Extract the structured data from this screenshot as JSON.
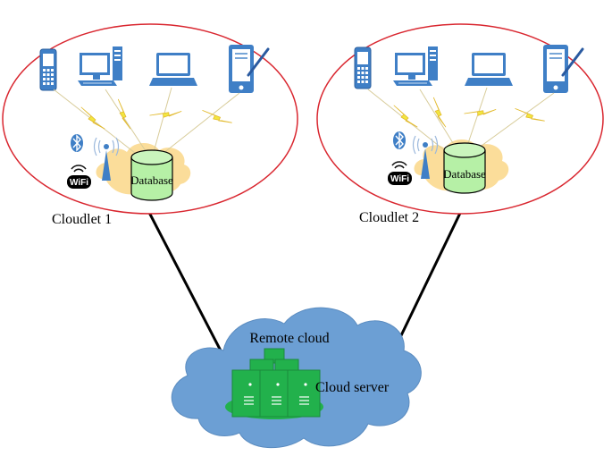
{
  "cloudlets": [
    {
      "label": "Cloudlet 1",
      "database_label": "Database"
    },
    {
      "label": "Cloudlet 2",
      "database_label": "Database"
    }
  ],
  "remote": {
    "title": "Remote cloud",
    "server_label": "Cloud server"
  },
  "icons": {
    "wifi_text": "WiFi",
    "devices": [
      "mobile-phone-icon",
      "desktop-computer-icon",
      "laptop-icon",
      "tablet-icon"
    ],
    "connectivity": [
      "bluetooth-icon",
      "cell-tower-icon",
      "wifi-icon"
    ],
    "storage": [
      "database-icon",
      "server-rack-icon"
    ]
  },
  "colors": {
    "ellipse_border": "#d9262f",
    "device_blue": "#3f7fc6",
    "lightning": "#f2e640",
    "local_cloud": "#fbdd9a",
    "database_fill": "#b6f0a6",
    "remote_cloud": "#6c9fd4",
    "server_green": "#22b14c"
  }
}
